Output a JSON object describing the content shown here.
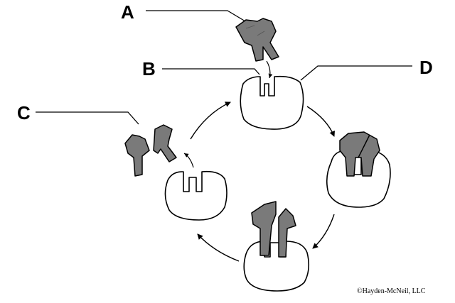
{
  "labels": {
    "a": "A",
    "b": "B",
    "c": "C",
    "d": "D"
  },
  "credit": "©Hayden-McNeil, LLC",
  "colors": {
    "molecule_fill": "#7a7a7a",
    "enzyme_fill": "#ffffff",
    "stroke": "#000000"
  }
}
